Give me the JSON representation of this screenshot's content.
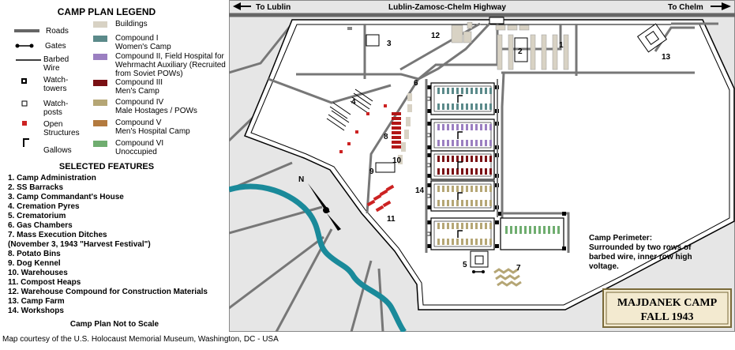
{
  "legend": {
    "title": "CAMP PLAN LEGEND",
    "roads": "Roads",
    "gates": "Gates",
    "barbed_wire": "Barbed Wire",
    "watchtowers": "Watch-towers",
    "watchposts": "Watch-posts",
    "open_structures": "Open Structures",
    "gallows": "Gallows",
    "buildings": "Buildings",
    "compounds": [
      {
        "name": "Compound I",
        "desc": "Women's Camp",
        "color": "#5b8a8a"
      },
      {
        "name": "Compound II, Field Hospital for Wehrmacht Auxiliary (Recruited from Soviet POWs)",
        "desc": "",
        "color": "#9b7fc1"
      },
      {
        "name": "Compound III",
        "desc": "Men's Camp",
        "color": "#7a1014"
      },
      {
        "name": "Compound IV",
        "desc": "Male Hostages / POWs",
        "color": "#b5a675"
      },
      {
        "name": "Compound V",
        "desc": "Men's Hospital Camp",
        "color": "#b37a3e"
      },
      {
        "name": "Compound VI",
        "desc": "Unoccupied",
        "color": "#6fad6f"
      }
    ],
    "colors": {
      "buildings": "#d8d2c4",
      "open_structures": "#cc2222",
      "road": "#666666",
      "map_bg": "#e6e6e6",
      "river": "#1a8a9a"
    }
  },
  "features": {
    "title": "SELECTED FEATURES",
    "items": [
      "1. Camp Administration",
      "2. SS Barracks",
      "3. Camp Commandant's House",
      "4. Cremation Pyres",
      "5. Crematorium",
      "6. Gas Chambers",
      "7. Mass Execution Ditches",
      "(November 3, 1943 \"Harvest Festival\")",
      "8. Potato Bins",
      "9. Dog Kennel",
      "10. Warehouses",
      "11. Compost Heaps",
      "12. Warehouse Compound for Construction Materials",
      "13. Camp Farm",
      "14. Workshops"
    ],
    "note": "Camp Plan Not to Scale"
  },
  "map": {
    "to_lublin": "To Lublin",
    "highway": "Lublin-Zamosc-Chelm Highway",
    "to_chelm": "To Chelm",
    "north": "N",
    "perimeter_title": "Camp Perimeter:",
    "perimeter_text": [
      "Surrounded by two rows of",
      "barbed wire, inner row high",
      "voltage."
    ],
    "title_line1": "MAJDANEK CAMP",
    "title_line2": "FALL 1943",
    "labels": [
      "1",
      "2",
      "3",
      "4",
      "5",
      "6",
      "7",
      "8",
      "9",
      "10",
      "11",
      "12",
      "13",
      "14"
    ]
  },
  "credit": "Map courtesy of the U.S. Holocaust Memorial Museum, Washington, DC - USA"
}
